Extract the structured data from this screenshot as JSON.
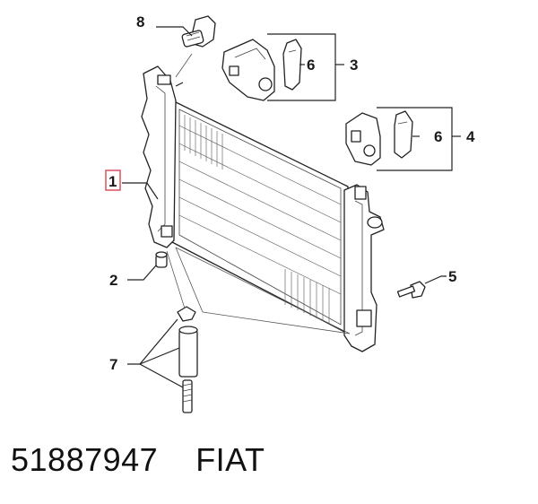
{
  "diagram": {
    "callouts": {
      "c1": "1",
      "c2": "2",
      "c3": "3",
      "c4": "4",
      "c5": "5",
      "c6a": "6",
      "c6b": "6",
      "c7": "7",
      "c8": "8"
    },
    "highlight_color": "#e05a6a"
  },
  "caption": {
    "part_number": "51887947",
    "brand": "FIAT"
  }
}
